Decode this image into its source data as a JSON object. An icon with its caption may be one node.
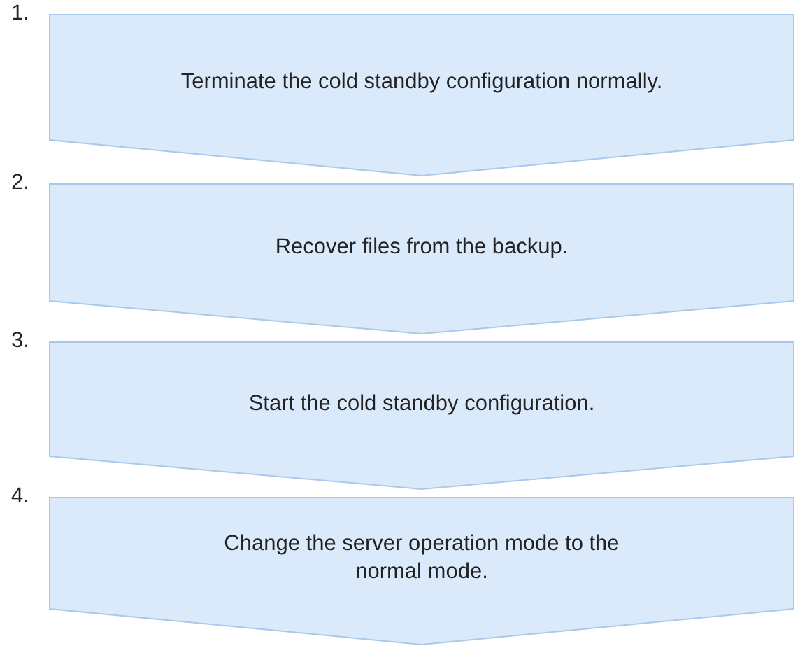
{
  "diagram": {
    "nodes": [
      {
        "text": [
          "Terminate the cold standby configuration normally."
        ],
        "beside": [
          "1."
        ]
      },
      {
        "text": [
          "Recover files from the backup."
        ],
        "beside": [
          "2."
        ]
      },
      {
        "text": [
          "Start the cold standby configuration."
        ],
        "beside": [
          "3."
        ]
      },
      {
        "text": [
          "Change the server operation mode to the normal mode."
        ],
        "beside": [
          "4."
        ]
      }
    ]
  }
}
